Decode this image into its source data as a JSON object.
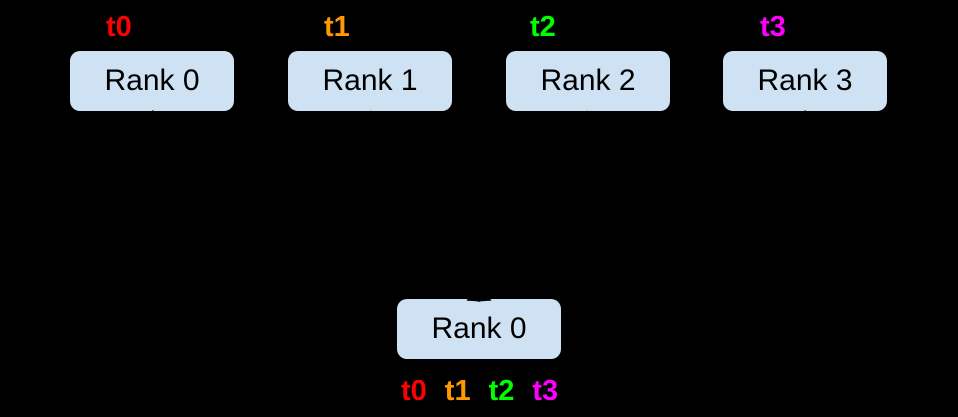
{
  "diagram": {
    "background_color": "#000000",
    "box_fill_color": "#cfe2f3",
    "box_text_color": "#000000",
    "arrow_color": "#000000",
    "top_ranks": [
      {
        "label": "Rank 0",
        "thread": {
          "label": "t0",
          "color": "#ff0000"
        }
      },
      {
        "label": "Rank 1",
        "thread": {
          "label": "t1",
          "color": "#ff9900"
        }
      },
      {
        "label": "Rank 2",
        "thread": {
          "label": "t2",
          "color": "#00ff00"
        }
      },
      {
        "label": "Rank 3",
        "thread": {
          "label": "t3",
          "color": "#ff00ff"
        }
      }
    ],
    "bottom_rank": {
      "label": "Rank 0",
      "threads": [
        {
          "label": "t0",
          "color": "#ff0000"
        },
        {
          "label": "t1",
          "color": "#ff9900"
        },
        {
          "label": "t2",
          "color": "#00ff00"
        },
        {
          "label": "t3",
          "color": "#ff00ff"
        }
      ]
    }
  }
}
